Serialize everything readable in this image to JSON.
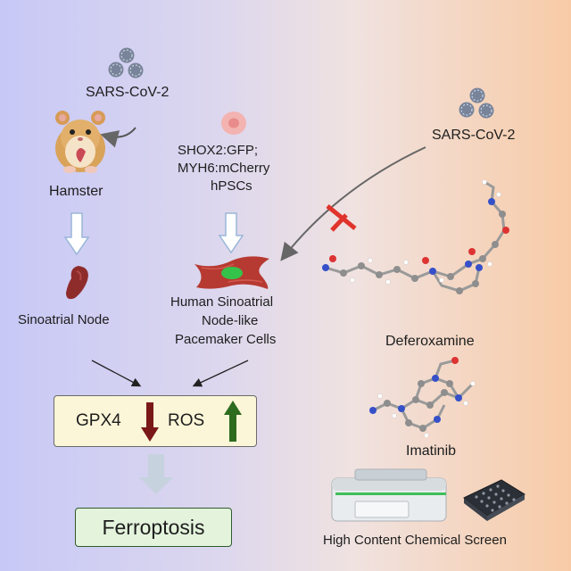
{
  "left_panel": {
    "virus_label": "SARS-CoV-2",
    "animal_label": "Hamster",
    "organ_label": "Sinoatrial Node"
  },
  "middle_panel": {
    "reporter_label_line1": "SHOX2:GFP;",
    "reporter_label_line2": "MYH6:mCherry",
    "reporter_label_line3": "hPSCs",
    "cells_label_line1": "Human Sinoatrial",
    "cells_label_line2": "Node-like",
    "cells_label_line3": "Pacemaker Cells"
  },
  "right_panel": {
    "virus_label": "SARS-CoV-2",
    "drug1_label": "Deferoxamine",
    "drug2_label": "Imatinib",
    "screen_label": "High Content Chemical Screen"
  },
  "result_box": {
    "gpx4_label": "GPX4",
    "ros_label": "ROS"
  },
  "outcome_label": "Ferroptosis",
  "colors": {
    "down_arrow": "#7a1717",
    "up_arrow": "#2d6b1e",
    "inhibit": "#e0332b",
    "result_box_fill": "#fbf6d8",
    "outcome_fill": "#e3f3dc",
    "outcome_border": "#2f5b2b"
  }
}
